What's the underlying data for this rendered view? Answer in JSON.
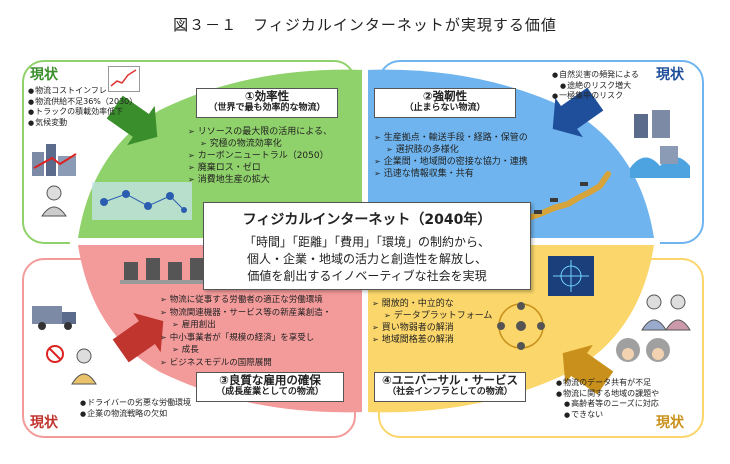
{
  "title": "図３－１　フィジカルインターネットが実現する価値",
  "colors": {
    "green": "#8fd16a",
    "blue": "#6fb4ee",
    "red": "#f39a9a",
    "yellow": "#fbd66a"
  },
  "center": {
    "title": "フィジカルインターネット（2040年）",
    "lines": [
      "「時間」「距離」「費用」「環境」の制約から、",
      "個人・企業・地域の活力と創造性を解放し、",
      "価値を創出するイノベーティブな社会を実現"
    ]
  },
  "quadrants": [
    {
      "genjo": "現状",
      "items": [
        "物流コストインフレ",
        "物流供給不足36%（2030）",
        "トラックの積載効率低下",
        "気候変動"
      ],
      "heading": "①効率性",
      "sub": "（世界で最も効率的な物流）",
      "points": [
        "リソースの最大限の活用による、",
        "究極の物流効率化",
        "カーボンニュートラル（2050）",
        "廃棄ロス・ゼロ",
        "消費地生産の拡大"
      ]
    },
    {
      "genjo": "現状",
      "items": [
        "自然災害の頻発による",
        "途絶のリスク増大",
        "一極集中のリスク"
      ],
      "heading": "②強靭性",
      "sub": "（止まらない物流）",
      "points": [
        "生産拠点・輸送手段・経路・保管の",
        "選択肢の多様化",
        "企業間・地域間の密接な協力・連携",
        "迅速な情報収集・共有"
      ]
    },
    {
      "genjo": "現状",
      "items": [
        "ドライバーの劣悪な労働環境",
        "企業の物流戦略の欠如"
      ],
      "heading": "③良質な雇用の確保",
      "sub": "（成長産業としての物流）",
      "points": [
        "物流に従事する労働者の適正な労働環境",
        "物流関連機器・サービス等の新産業創造・",
        "雇用創出",
        "中小事業者が「規模の経済」を享受し",
        "成長",
        "ビジネスモデルの国際展開"
      ]
    },
    {
      "genjo": "現状",
      "items": [
        "物流のデータ共有が不足",
        "物流に関する地域の課題や",
        "高齢者等のニーズに対応",
        "できない"
      ],
      "heading": "④ユニバーサル・サービス",
      "sub": "（社会インフラとしての物流）",
      "points": [
        "開放的・中立的な",
        "データプラットフォーム",
        "買い物弱者の解消",
        "地域間格差の解消"
      ]
    }
  ]
}
